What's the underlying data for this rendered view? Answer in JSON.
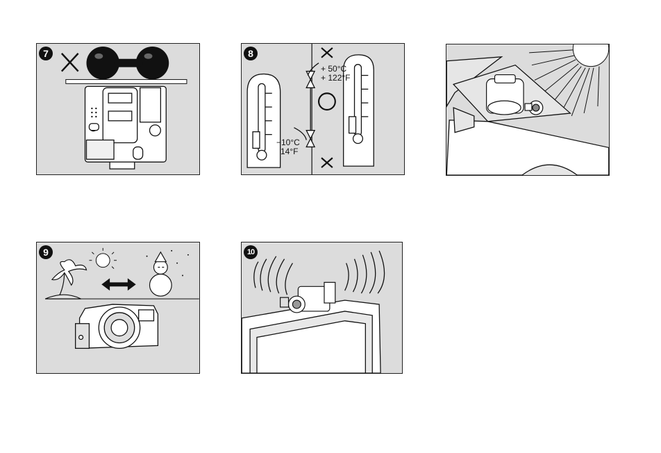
{
  "panels": [
    {
      "id": "p7",
      "number": "7"
    },
    {
      "id": "p8",
      "number": "8",
      "labels": {
        "hot_c": "+ 50°C",
        "hot_f": "+ 122°F",
        "cold_c": "−10°C",
        "cold_f": "14°F"
      }
    },
    {
      "id": "p-sun",
      "number": ""
    },
    {
      "id": "p9",
      "number": "9"
    },
    {
      "id": "p10",
      "number": "10"
    }
  ],
  "colors": {
    "panel_bg": "#dcdcdc",
    "ink": "#111111",
    "paper": "#ffffff"
  }
}
